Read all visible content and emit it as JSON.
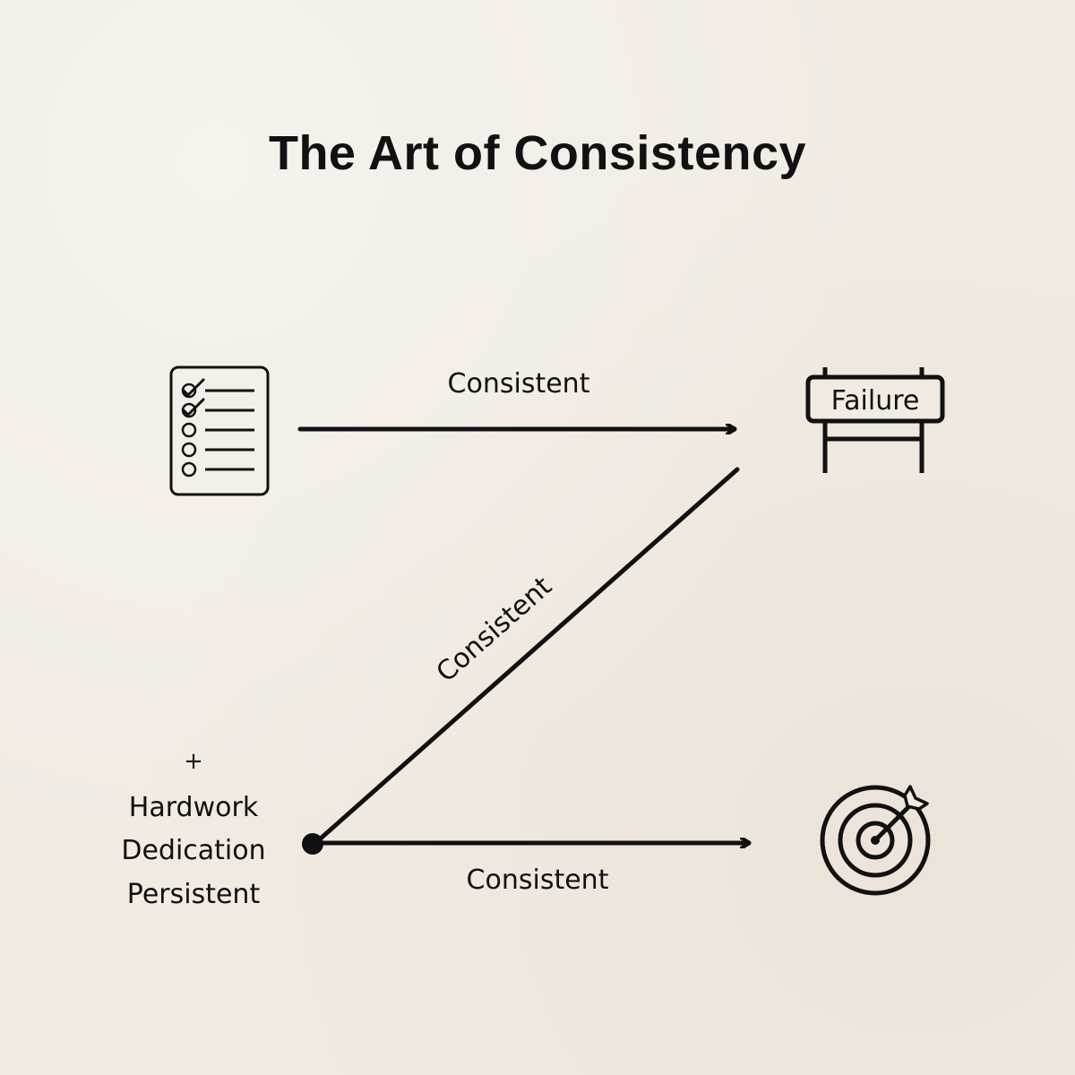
{
  "title": "The Art of Consistency",
  "edges": {
    "top_label": "Consistent",
    "diagonal_label": "Consistent",
    "bottom_label": "Consistent"
  },
  "failure_sign": {
    "text": "Failure",
    "icon": "road-barrier-sign-icon"
  },
  "start_icon": "checklist-icon",
  "goal_icon": "target-with-arrow-icon",
  "qualities": {
    "plus": "+",
    "items": [
      "Hardwork",
      "Dedication",
      "Persistent"
    ]
  },
  "colors": {
    "background": "#f1ebe2",
    "ink": "#111111"
  }
}
